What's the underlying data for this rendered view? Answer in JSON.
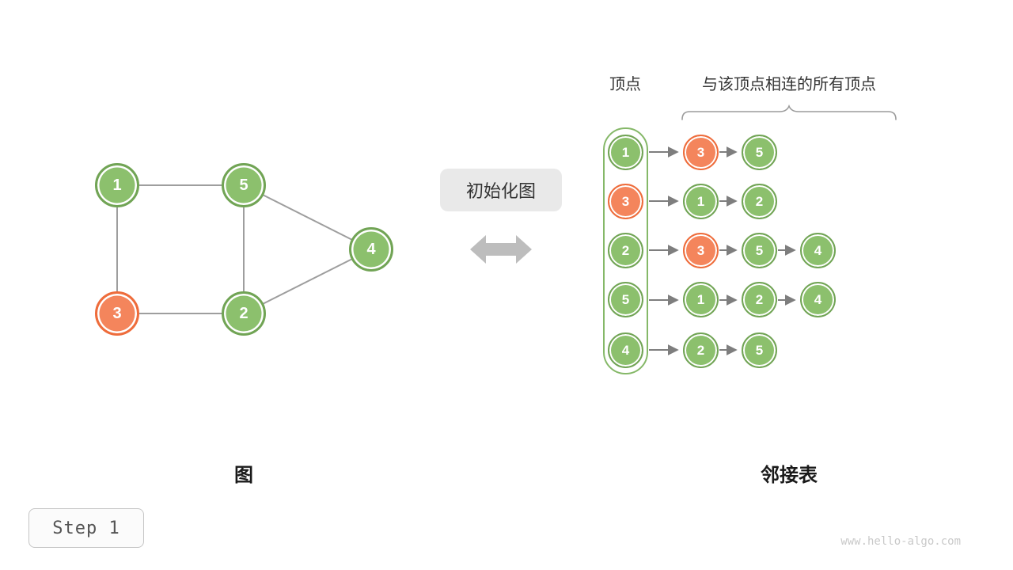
{
  "colors": {
    "green_fill": "#8CC06D",
    "green_border": "#71A455",
    "orange_fill": "#F4855C",
    "orange_border": "#EE6C3B",
    "edge_gray": "#9E9E9E",
    "arrow_gray": "#7E7E7E"
  },
  "graph": {
    "caption": "图",
    "vertices": [
      {
        "id": "1",
        "color": "green"
      },
      {
        "id": "5",
        "color": "green"
      },
      {
        "id": "4",
        "color": "green"
      },
      {
        "id": "3",
        "color": "orange"
      },
      {
        "id": "2",
        "color": "green"
      }
    ],
    "edges": [
      [
        "1",
        "5"
      ],
      [
        "1",
        "3"
      ],
      [
        "5",
        "2"
      ],
      [
        "5",
        "4"
      ],
      [
        "3",
        "2"
      ],
      [
        "2",
        "4"
      ]
    ]
  },
  "transition": {
    "label": "初始化图",
    "arrow_icon": "left-right-arrow"
  },
  "adjacency": {
    "caption": "邻接表",
    "header_vertex": "顶点",
    "header_neighbors": "与该顶点相连的所有顶点",
    "rows": [
      {
        "vertex": {
          "value": "1",
          "color": "green"
        },
        "neighbors": [
          {
            "value": "3",
            "color": "orange"
          },
          {
            "value": "5",
            "color": "green"
          }
        ]
      },
      {
        "vertex": {
          "value": "3",
          "color": "orange"
        },
        "neighbors": [
          {
            "value": "1",
            "color": "green"
          },
          {
            "value": "2",
            "color": "green"
          }
        ]
      },
      {
        "vertex": {
          "value": "2",
          "color": "green"
        },
        "neighbors": [
          {
            "value": "3",
            "color": "orange"
          },
          {
            "value": "5",
            "color": "green"
          },
          {
            "value": "4",
            "color": "green"
          }
        ]
      },
      {
        "vertex": {
          "value": "5",
          "color": "green"
        },
        "neighbors": [
          {
            "value": "1",
            "color": "green"
          },
          {
            "value": "2",
            "color": "green"
          },
          {
            "value": "4",
            "color": "green"
          }
        ]
      },
      {
        "vertex": {
          "value": "4",
          "color": "green"
        },
        "neighbors": [
          {
            "value": "2",
            "color": "green"
          },
          {
            "value": "5",
            "color": "green"
          }
        ]
      }
    ]
  },
  "step_badge": {
    "label": "Step 1"
  },
  "watermark": "www.hello-algo.com"
}
